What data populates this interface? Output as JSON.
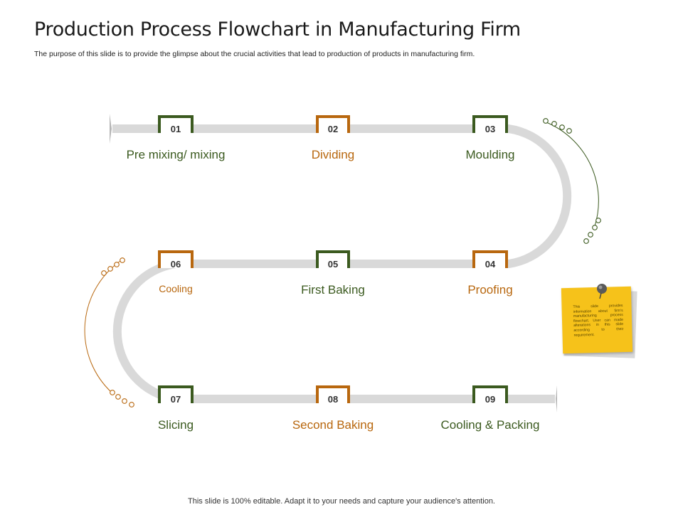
{
  "title": "Production Process Flowchart in Manufacturing Firm",
  "subtitle": "The purpose of this slide is to provide the glimpse about the crucial activities that lead to production of products in manufacturing firm.",
  "footer": "This slide is 100% editable. Adapt it to your needs and capture your audience's attention.",
  "colors": {
    "green": "#3b5a1f",
    "orange": "#b8670e",
    "track": "#d9d9d9",
    "note": "#f6c21a"
  },
  "steps": [
    {
      "num": "01",
      "label": "Pre mixing/ mixing",
      "color": "green"
    },
    {
      "num": "02",
      "label": "Dividing",
      "color": "orange"
    },
    {
      "num": "03",
      "label": "Moulding",
      "color": "green"
    },
    {
      "num": "04",
      "label": "Proofing",
      "color": "orange"
    },
    {
      "num": "05",
      "label": "First Baking",
      "color": "green"
    },
    {
      "num": "06",
      "label": "Cooling",
      "color": "orange"
    },
    {
      "num": "07",
      "label": "Slicing",
      "color": "green"
    },
    {
      "num": "08",
      "label": "Second Baking",
      "color": "orange"
    },
    {
      "num": "09",
      "label": "Cooling & Packing",
      "color": "green"
    }
  ],
  "note": {
    "text": "This slide provides information about firm's manufacturing process flowchart. User can made alterations in this slide according to their requirement.",
    "icon": "pushpin-icon"
  }
}
